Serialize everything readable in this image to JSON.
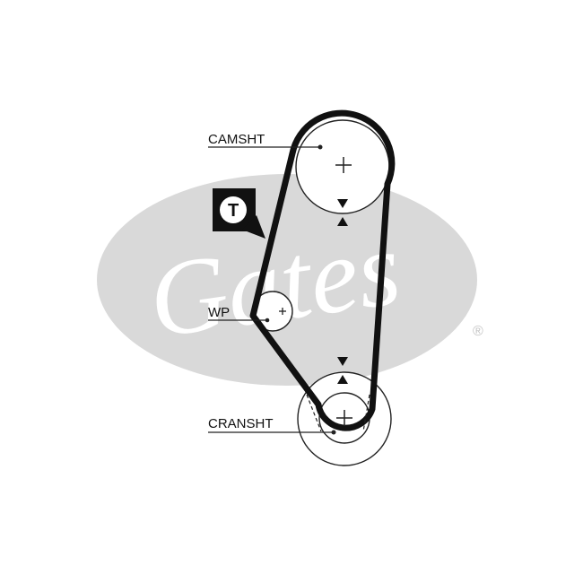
{
  "logo": {
    "wordmark": "Gates",
    "registered_mark": "®",
    "color": "#d9d9d9"
  },
  "labels": {
    "camshaft": "CAMSHT",
    "water_pump": "WP",
    "crankshaft": "CRANSHT",
    "tensioner": "T"
  },
  "colors": {
    "belt": "#111111",
    "line": "#222222"
  }
}
